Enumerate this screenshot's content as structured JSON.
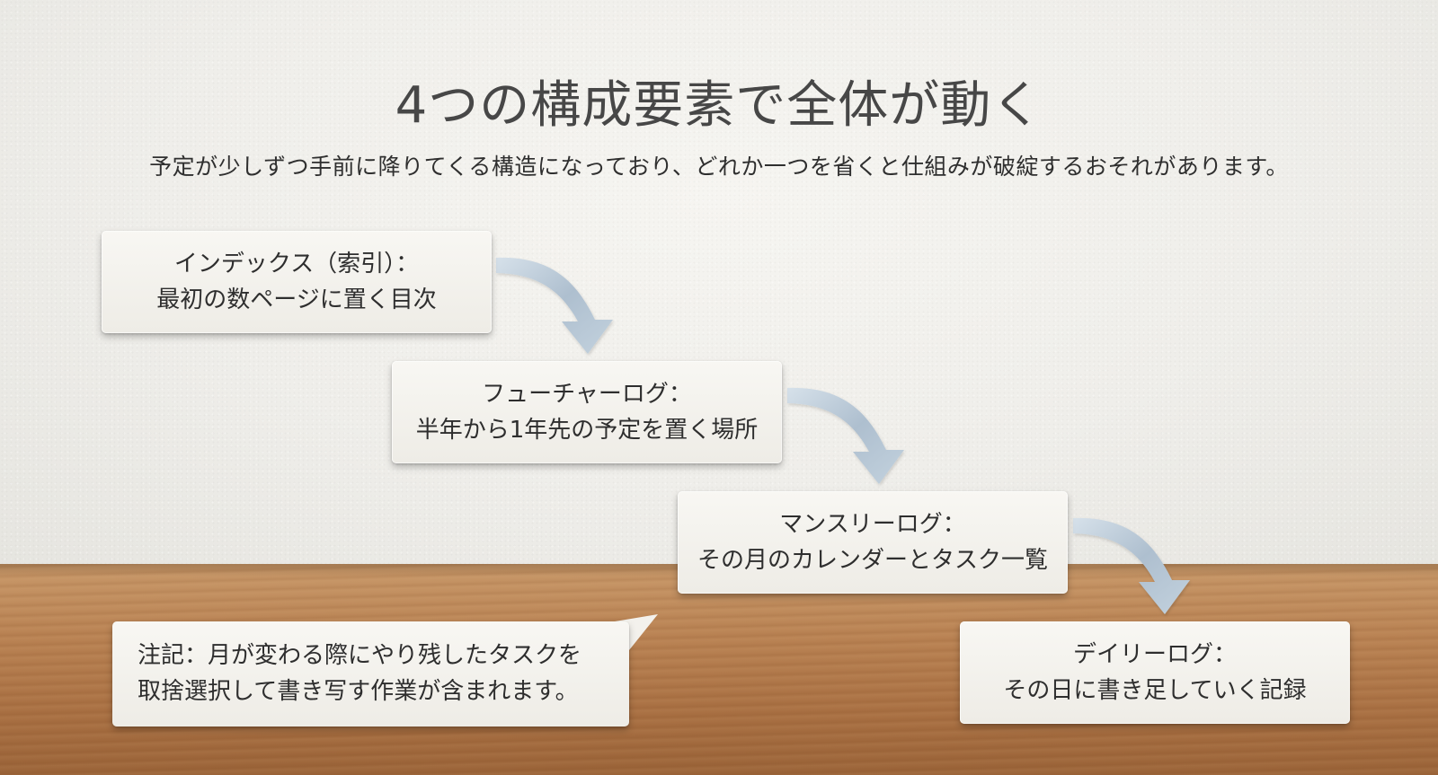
{
  "slide": {
    "title": "4つの構成要素で全体が動く",
    "subtitle": "予定が少しずつ手前に降りてくる構造になっており、どれか一つを省くと仕組みが破綻するおそれがあります。"
  },
  "steps": [
    {
      "heading": "インデックス（索引）：",
      "description": "最初の数ページに置く目次"
    },
    {
      "heading": "フューチャーログ：",
      "description": "半年から1年先の予定を置く場所"
    },
    {
      "heading": "マンスリーログ：",
      "description": "その月のカレンダーとタスク一覧"
    },
    {
      "heading": "デイリーログ：",
      "description": "その日に書き足していく記録"
    }
  ],
  "note": {
    "line1": "注記：月が変わる際にやり残したタスクを",
    "line2": "取捨選択して書き写す作業が含まれます。"
  },
  "colors": {
    "arrow": "#b7c8d8",
    "title_text": "#474747",
    "box_fill": "#f4f2ed"
  }
}
